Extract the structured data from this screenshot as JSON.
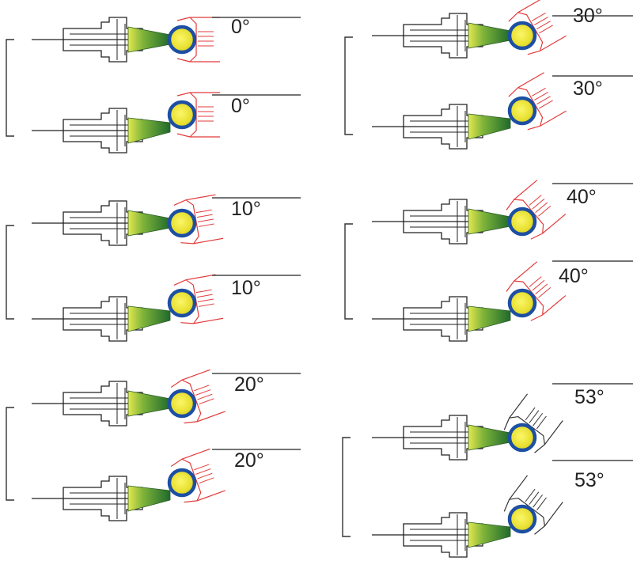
{
  "colors": {
    "outline": "#222222",
    "ball_fill": "#f2ef3a",
    "ball_ring": "#1d4fa3",
    "nozzle_light": "#d8e24a",
    "nozzle_dark": "#2f7d2a",
    "seat_lines": "#e23b3b",
    "seat_lines_final": "#333333",
    "bracket": "#333333"
  },
  "icons": {
    "tool": "tool-holder-outline",
    "nozzle": "green-gradient-nozzle",
    "ball": "blue-ringed-yellow-ball",
    "seat": "red-outline-seat"
  },
  "groups": [
    {
      "name": "group-0",
      "units": [
        {
          "label": "0°",
          "angle": 0
        },
        {
          "label": "0°",
          "angle": 0
        }
      ]
    },
    {
      "name": "group-10",
      "units": [
        {
          "label": "10°",
          "angle": 10
        },
        {
          "label": "10°",
          "angle": 10
        }
      ]
    },
    {
      "name": "group-20",
      "units": [
        {
          "label": "20°",
          "angle": 20
        },
        {
          "label": "20°",
          "angle": 20
        }
      ]
    },
    {
      "name": "group-30",
      "units": [
        {
          "label": "30°",
          "angle": 30
        },
        {
          "label": "30°",
          "angle": 30
        }
      ]
    },
    {
      "name": "group-40",
      "units": [
        {
          "label": "40°",
          "angle": 40
        },
        {
          "label": "40°",
          "angle": 40
        }
      ]
    },
    {
      "name": "group-53",
      "units": [
        {
          "label": "53°",
          "angle": 53
        },
        {
          "label": "53°",
          "angle": 53
        }
      ]
    }
  ]
}
